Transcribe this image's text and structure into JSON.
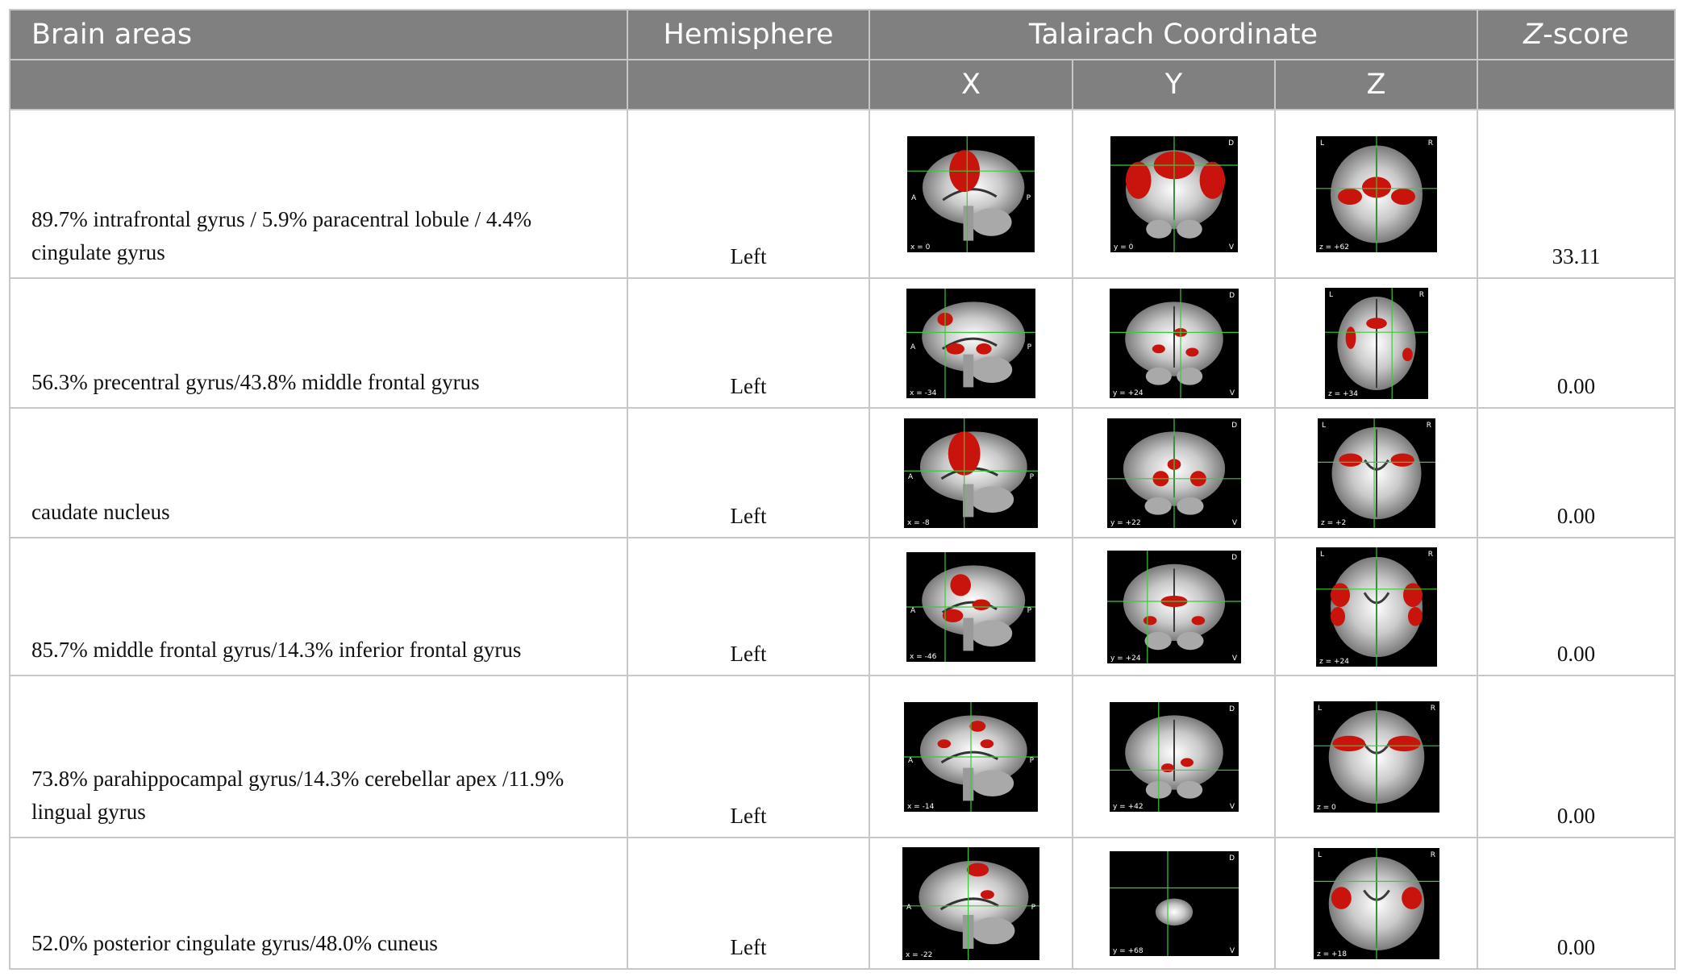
{
  "header": {
    "brain_areas": "Brain areas",
    "hemisphere": "Hemisphere",
    "coordinate": "Talairach Coordinate",
    "zscore_italic": "Z",
    "zscore_rest": "-score",
    "x": "X",
    "y": "Y",
    "z": "Z"
  },
  "slice_letters": {
    "anterior": "A",
    "posterior": "P",
    "dorsal": "D",
    "ventral": "V",
    "left": "L",
    "right": "R"
  },
  "colors": {
    "header_bg": "#808080",
    "activation": "#c8140c",
    "crosshair": "#3cc83c",
    "slice_bg": "#000000"
  },
  "rows": [
    {
      "area": "89.7% intrafrontal gyrus / 5.9% paracentral lobule / 4.4% cingulate gyrus",
      "hemisphere": "Left",
      "zscore": "33.11",
      "x_label": "x = 0",
      "y_label": "y = 0",
      "z_label": "z = +62"
    },
    {
      "area": "56.3% precentral gyrus/43.8% middle frontal gyrus",
      "hemisphere": "Left",
      "zscore": "0.00",
      "x_label": "x = -34",
      "y_label": "y = +24",
      "z_label": "z = +34"
    },
    {
      "area": "caudate nucleus",
      "hemisphere": "Left",
      "zscore": "0.00",
      "x_label": "x = -8",
      "y_label": "y = +22",
      "z_label": "z = +2"
    },
    {
      "area": "85.7% middle frontal gyrus/14.3% inferior frontal gyrus",
      "hemisphere": "Left",
      "zscore": "0.00",
      "x_label": "x = -46",
      "y_label": "y = +24",
      "z_label": "z = +24"
    },
    {
      "area": "73.8% parahippocampal gyrus/14.3% cerebellar apex /11.9% lingual gyrus",
      "hemisphere": "Left",
      "zscore": "0.00",
      "x_label": "x = -14",
      "y_label": "y = +42",
      "z_label": "z = 0"
    },
    {
      "area": "52.0% posterior cingulate gyrus/48.0% cuneus",
      "hemisphere": "Left",
      "zscore": "0.00",
      "x_label": "x = -22",
      "y_label": "y = +68",
      "z_label": "z = +18"
    }
  ]
}
